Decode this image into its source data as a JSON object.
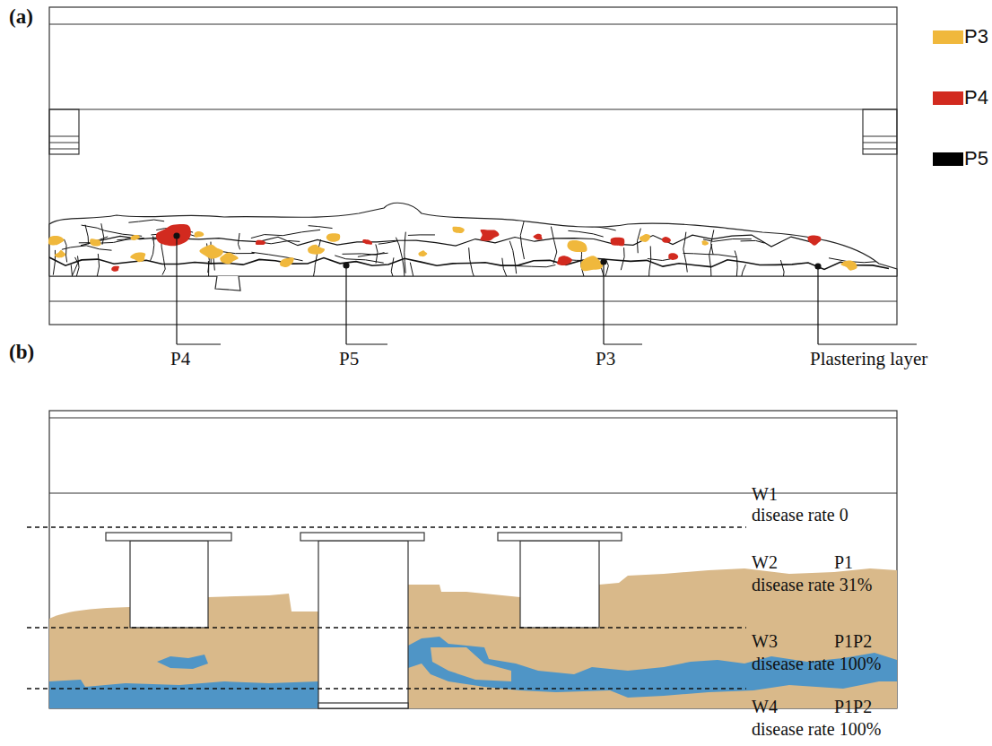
{
  "diagram": {
    "labels": [
      "(a)",
      "P4",
      "P5",
      "P3",
      "Plastering layer",
      "(b)",
      "W1",
      "disease rate 0",
      "W2",
      "P1",
      "disease rate 31%",
      "W3",
      "P1P2",
      "disease rate 100%",
      "W4",
      "P1P2",
      "disease rate 100%"
    ],
    "legend": [
      {
        "text": "P3",
        "color": "#f0b83c"
      },
      {
        "text": "P4",
        "color": "#d22a1f"
      },
      {
        "text": "P5",
        "color": "#000000"
      }
    ]
  }
}
